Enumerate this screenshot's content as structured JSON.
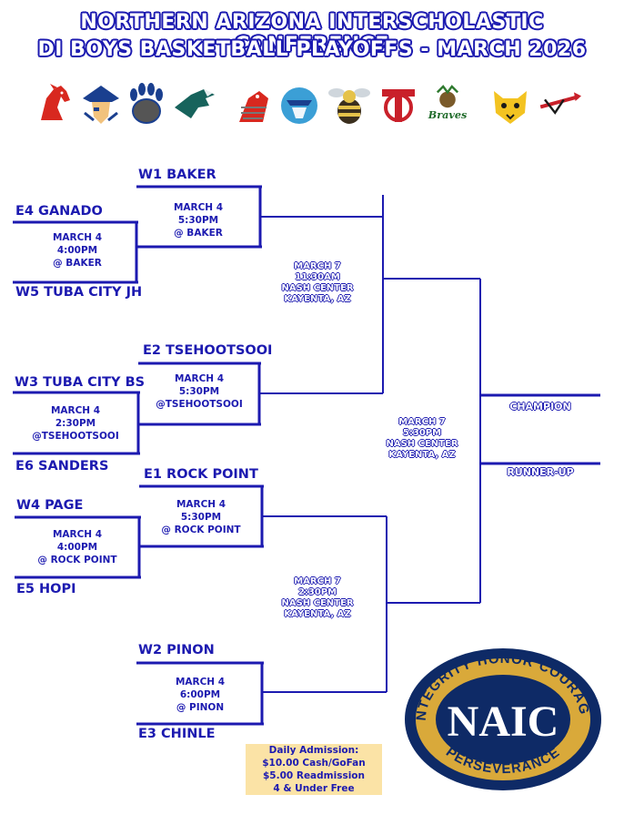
{
  "header": {
    "line1": "NORTHERN ARIZONA INTERSCHOLASTIC CONFERENCE",
    "line2": "DI BOYS BASKETBALL PLAYOFFS - MARCH 2026"
  },
  "colors": {
    "accent": "#1c1ab0",
    "gold": "#d9a93a",
    "navy": "#0e2a66",
    "admission_bg": "#fbe3a6"
  },
  "logos": [
    "mustang-logo",
    "pirate-logo",
    "bear-paw-logo",
    "eagle-logo",
    "red-mascot-logo",
    "warrior-logo",
    "hornet-logo",
    "monogram-logo",
    "braves-logo",
    "wildcat-logo",
    "spear-logo"
  ],
  "teams": {
    "w1": "W1  BAKER",
    "e4": "E4  GANADO",
    "w5": "W5 TUBA CITY JH",
    "e2": "E2  TSEHOOTSOOI",
    "w3": "W3  TUBA CITY BS",
    "e6": "E6  SANDERS",
    "e1": "E1  ROCK POINT",
    "w4": "W4  PAGE",
    "e5": "E5  HOPI",
    "w2": "W2  PINON",
    "e3": "E3  CHINLE"
  },
  "games": {
    "g_e4_w5": {
      "date": "MARCH 4",
      "time": "4:00PM",
      "site": "@ BAKER"
    },
    "g_w1": {
      "date": "MARCH 4",
      "time": "5:30PM",
      "site": "@ BAKER"
    },
    "g_w3_e6": {
      "date": "MARCH 4",
      "time": "2:30PM",
      "site": "@TSEHOOTSOOI"
    },
    "g_e2": {
      "date": "MARCH 4",
      "time": "5:30PM",
      "site": "@TSEHOOTSOOI"
    },
    "g_w4_e5": {
      "date": "MARCH 4",
      "time": "4:00PM",
      "site": "@ ROCK POINT"
    },
    "g_e1": {
      "date": "MARCH 4",
      "time": "5:30PM",
      "site": "@ ROCK POINT"
    },
    "g_w2": {
      "date": "MARCH 4",
      "time": "6:00PM",
      "site": "@ PINON"
    }
  },
  "semis": {
    "top": {
      "date": "MARCH 7",
      "time": "11:30AM",
      "venue": "NASH CENTER",
      "city": "KAYENTA, AZ"
    },
    "bottom": {
      "date": "MARCH 7",
      "time": "2:30PM",
      "venue": "NASH CENTER",
      "city": "KAYENTA, AZ"
    }
  },
  "final": {
    "date": "MARCH 7",
    "time": "5:30PM",
    "venue": "NASH CENTER",
    "city": "KAYENTA, AZ"
  },
  "results": {
    "champion": "CHAMPION",
    "runner_up": "RUNNER-UP"
  },
  "admission": {
    "title": "Daily Admission:",
    "line1": "$10.00 Cash/GoFan",
    "line2": "$5.00 Readmission",
    "line3": "4 & Under Free"
  },
  "seal": {
    "top_left": "INTEGRITY",
    "top_center": "HONOR",
    "top_right": "COURAGE",
    "bottom": "PERSEVERANCE",
    "center": "NAIC"
  }
}
